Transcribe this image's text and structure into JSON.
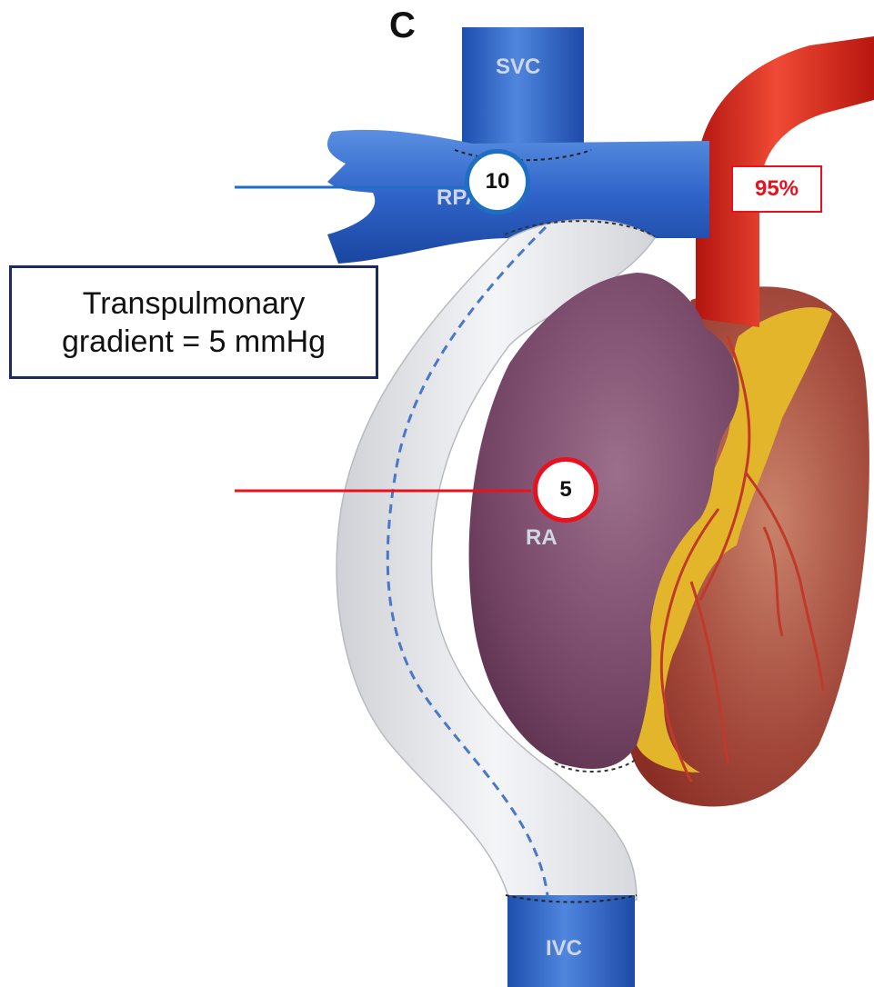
{
  "panel_letter": "C",
  "labels": {
    "svc": "SVC",
    "rpa": "RPA",
    "ra": "RA",
    "ivc": "IVC"
  },
  "values": {
    "pulmonary_pressure": "10",
    "atrial_pressure": "5",
    "saturation": "95%"
  },
  "gradient_box": {
    "line1": "Transpulmonary",
    "line2": "gradient = 5 mmHg"
  },
  "colors": {
    "vessel_blue": "#2f63c8",
    "aorta_red": "#d9281e",
    "atrium_purple": "#7b4a6c",
    "conduit_white": "#ebecef",
    "fat_yellow": "#e2b52a",
    "blue_marker": "#1e6fc4",
    "red_marker": "#e8121e",
    "box_border": "#1c2a5c"
  }
}
